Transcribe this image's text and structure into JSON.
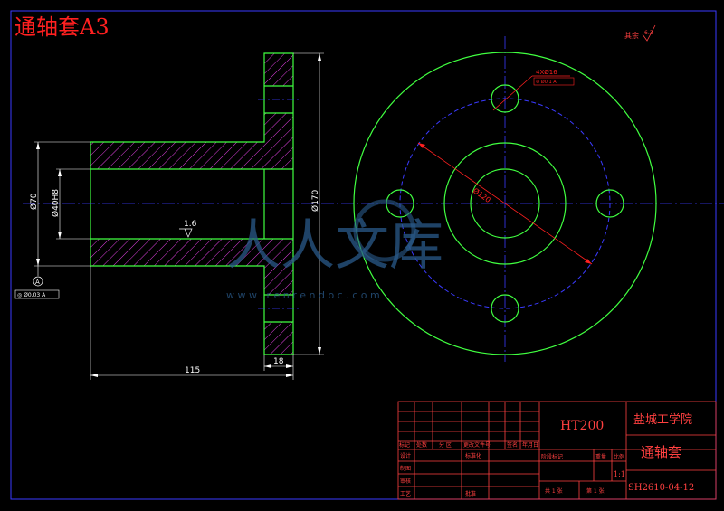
{
  "drawing": {
    "title": "通轴套A3",
    "roughness_note": "其余",
    "roughness_value": "6.3",
    "roughness_symbol": "1.6",
    "dim_left_outer": "Ø70",
    "dim_left_inner": "Ø40H8",
    "dim_right_height": "Ø170",
    "dim_length": "115",
    "dim_flange": "18",
    "hole_callout": "4XØ16",
    "hole_tolerance": "⊕ Ø0.1 A",
    "pcd": "Ø120",
    "datum": "A",
    "runout": "◎ Ø0.03 A"
  },
  "watermark": {
    "brand": "人人文库",
    "url": "w w w . r e n r e n d o c . c o m"
  },
  "title_block": {
    "material": "HT200",
    "school": "盐城工学院",
    "part_name": "通轴套",
    "drawing_no": "SH2610-04-12",
    "scale": "1:1",
    "sheet_total": "共 1 张",
    "sheet_no": "第 1 张",
    "rev_headers": [
      "标记",
      "处数",
      "分 区",
      "更改文件号",
      "签名",
      "年月日"
    ],
    "left_labels": [
      "设计",
      "制图",
      "审核",
      "工艺"
    ],
    "std_label": "标准化",
    "approve_label": "批准",
    "stage_headers": [
      "阶段标记",
      "重量",
      "比例"
    ]
  }
}
